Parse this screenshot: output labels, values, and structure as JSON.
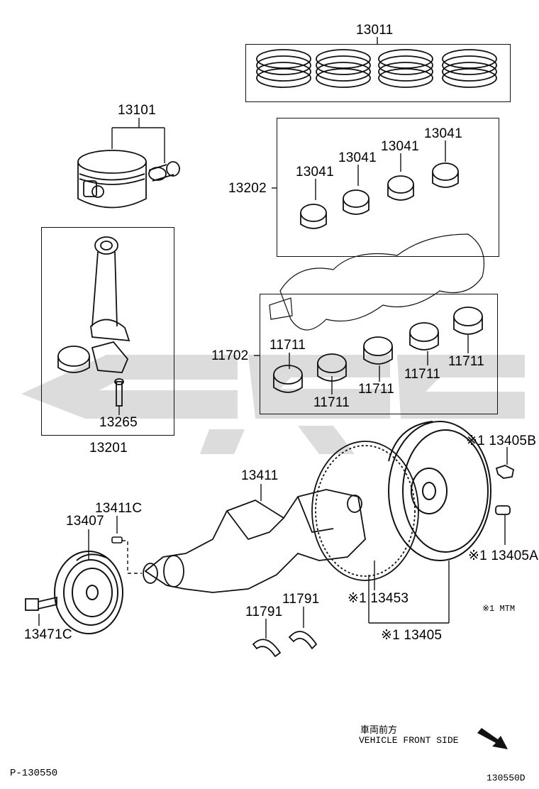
{
  "labels": {
    "rings_set": "13011",
    "piston_sub_assy": "13101",
    "crank_bearing_set": "13202",
    "crank_bearing_1": "13041",
    "crank_bearing_2": "13041",
    "crank_bearing_3": "13041",
    "crank_bearing_4": "13041",
    "conrod_assy": "13201",
    "conrod_bolt": "13265",
    "main_bearing_set": "11702",
    "main_bearing_1": "11711",
    "main_bearing_2": "11711",
    "main_bearing_3": "11711",
    "main_bearing_4": "11711",
    "main_bearing_5": "11711",
    "crankshaft": "13411",
    "crank_key": "13411C",
    "pulley": "13407",
    "pulley_bolt": "13471C",
    "thrust_washer_1": "11791",
    "thrust_washer_2": "11791",
    "ring_gear": "※1 13453",
    "flywheel": "※1 13405",
    "flywheel_bolt": "※1 13405B",
    "flywheel_pin": "※1 13405A"
  },
  "notes": {
    "mtm": "※1 MTM",
    "front_jp": "車両前方",
    "front_en": "VEHICLE FRONT SIDE"
  },
  "footer": {
    "left_code": "P-130550",
    "right_code": "130550D"
  },
  "colors": {
    "ink": "#111111",
    "watermark": "#d9d9d9"
  },
  "icons": {
    "front_arrow": "arrow-down-right-icon"
  }
}
